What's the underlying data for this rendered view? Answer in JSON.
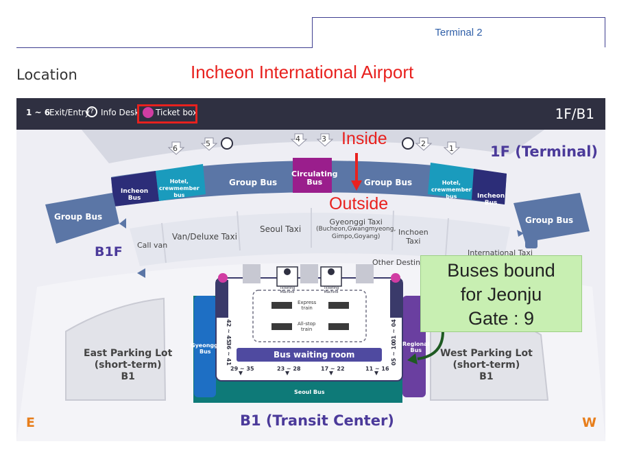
{
  "tabs": {
    "active_label": "Terminal 2"
  },
  "heading": {
    "location_label": "Location"
  },
  "annotations": {
    "title": "Incheon International Airport",
    "inside": "Inside",
    "outside": "Outside",
    "jeonju_line1": "Buses bound",
    "jeonju_line2": "for Jeonju",
    "jeonju_line3": "Gate : 9"
  },
  "legend": {
    "exit_range": "1 ~ 6",
    "exit_label": "Exit/Entry",
    "info_desk": "Info Desk",
    "ticket_box": "Ticket box",
    "floor": "1F/B1"
  },
  "map": {
    "floor_1f": "1F (Terminal)",
    "floor_b1f": "B1F",
    "transit_center": "B1 (Transit Center)",
    "east_letter": "E",
    "west_letter": "W",
    "exits": [
      "6",
      "5",
      "4",
      "3",
      "2",
      "1"
    ],
    "zones": {
      "incheon_bus_left_1": "Incheon",
      "incheon_bus_left_2": "Bus",
      "hotel_left_1": "Hotel,",
      "hotel_left_2": "crewmember",
      "hotel_left_3": "bus",
      "group_bus_left": "Group Bus",
      "circulating_bus_1": "Circulating",
      "circulating_bus_2": "Bus",
      "group_bus_right": "Group Bus",
      "hotel_right_1": "Hotel,",
      "hotel_right_2": "crewmember",
      "hotel_right_3": "bus",
      "incheon_bus_right_1": "Incheon",
      "incheon_bus_right_2": "Bus",
      "group_bus_far_left": "Group Bus",
      "group_bus_far_right": "Group Bus",
      "call_van": "Call van",
      "van_deluxe_taxi": "Van/Deluxe Taxi",
      "seoul_taxi": "Seoul Taxi",
      "gyeonggi_taxi_1": "Gyeonggi Taxi",
      "gyeonggi_taxi_2": "(Bucheon,Gwangmyeong,",
      "gyeonggi_taxi_3": "Gimpo,Goyang)",
      "incheon_taxi_1": "Inchoen",
      "incheon_taxi_2": "Taxi",
      "international_taxi": "International Taxi",
      "other_destinations": "Other Destina",
      "ticketing_machine": "Ticketing Machine",
      "express_train_1": "Express",
      "express_train_2": "train",
      "allstop_train_1": "All-stop",
      "allstop_train_2": "train",
      "gyeonggi_bus_1": "Gyeonggi",
      "gyeonggi_bus_2": "Bus",
      "regional_bus_1": "Regional",
      "regional_bus_2": "Bus",
      "bus_waiting_room": "Bus waiting room",
      "seoul_bus": "Seoul Bus",
      "gate_42_45": "42 ~ 45",
      "gate_36_41": "36 ~ 41",
      "gate_01_04": "01 ~ 04",
      "gate_05_10": "05 ~ 10",
      "gate_29_35": "29 ~ 35",
      "gate_23_28": "23 ~ 28",
      "gate_17_22": "17 ~ 22",
      "gate_11_16": "11 ~ 16",
      "east_parking_1": "East Parking Lot",
      "east_parking_2": "(short-term)",
      "east_parking_3": "B1",
      "west_parking_1": "West Parking Lot",
      "west_parking_2": "(short-term)",
      "west_parking_3": "B1"
    }
  },
  "colors": {
    "legend_bar": "#2f3041",
    "purple": "#6a3fa0",
    "navy": "#2c2d78",
    "teal": "#1a9bbd",
    "slate": "#5a78a8",
    "magenta": "#9a1e8c",
    "blue": "#1e6fc4",
    "dark_teal": "#0e7a78",
    "annotation_red": "#e8211e",
    "orange": "#e77e1c",
    "callout_green": "#c8efb2"
  },
  "icons": [
    "info-desk-icon",
    "ticket-box-icon",
    "down-arrow-icon",
    "left-arrow-icon",
    "bus-icon"
  ]
}
